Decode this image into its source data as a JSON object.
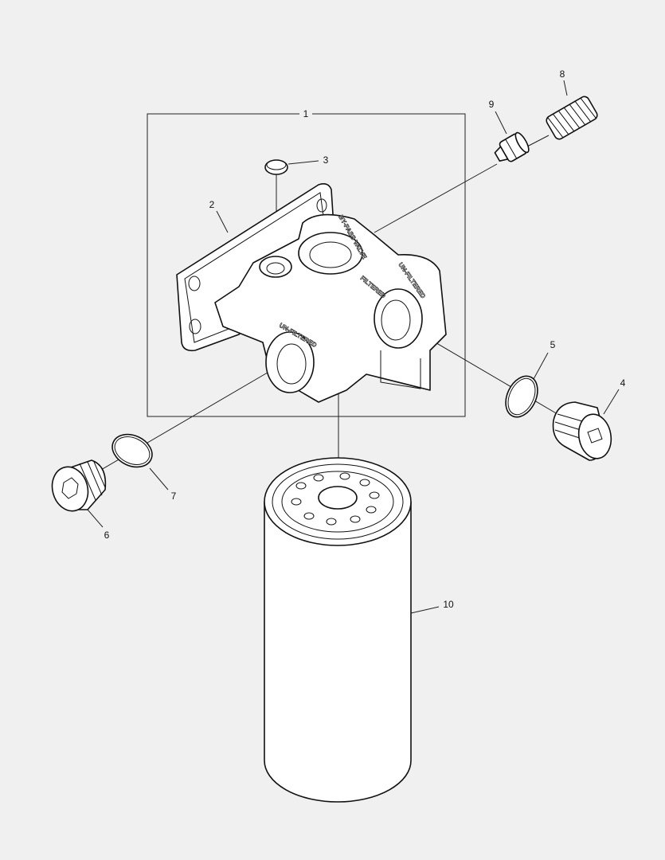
{
  "callouts": [
    "1",
    "2",
    "3",
    "4",
    "5",
    "6",
    "7",
    "8",
    "9",
    "10"
  ],
  "part_markings": {
    "bypass": "BY-PASS VALVE",
    "unfiltered_top": "UN-FILTERED",
    "filtered": "FILTERED",
    "unfiltered_front": "UN-FILTERED"
  },
  "colors": {
    "background": "#f0f0f0",
    "line": "#111111",
    "part_fill": "#ffffff"
  }
}
